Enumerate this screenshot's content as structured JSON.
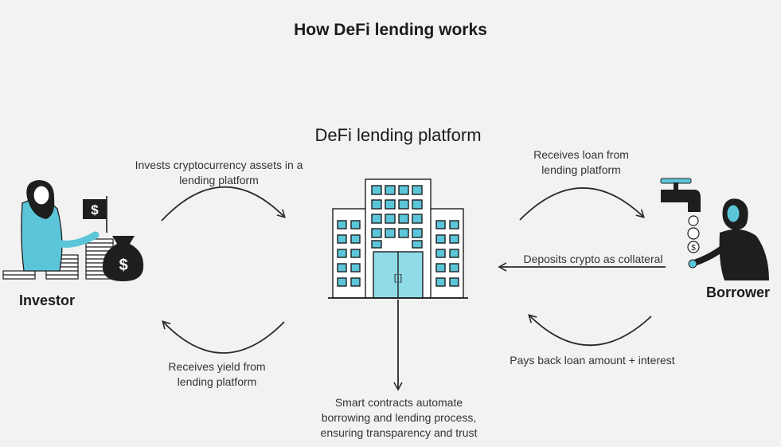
{
  "title": "How DeFi lending works",
  "platform": {
    "title": "DeFi lending platform",
    "building_glyph": "[]"
  },
  "investor": {
    "label": "Investor",
    "flag_symbol": "$",
    "bag_symbol": "$"
  },
  "borrower": {
    "label": "Borrower",
    "coin_symbol": "$"
  },
  "flows": {
    "invests": "Invests cryptocurrency assets in a lending platform",
    "receives_yield": "Receives yield from lending platform",
    "receives_loan": "Receives loan from lending platform",
    "deposits_collateral": "Deposits crypto as collateral",
    "pays_back": "Pays back loan amount + interest",
    "smart_contracts": "Smart contracts automate borrowing and lending process, ensuring transparency and trust"
  },
  "colors": {
    "accent": "#5cc6d9",
    "accent_light": "#8fdce8",
    "outline": "#1e1e1e",
    "background": "#f2f2f2"
  }
}
